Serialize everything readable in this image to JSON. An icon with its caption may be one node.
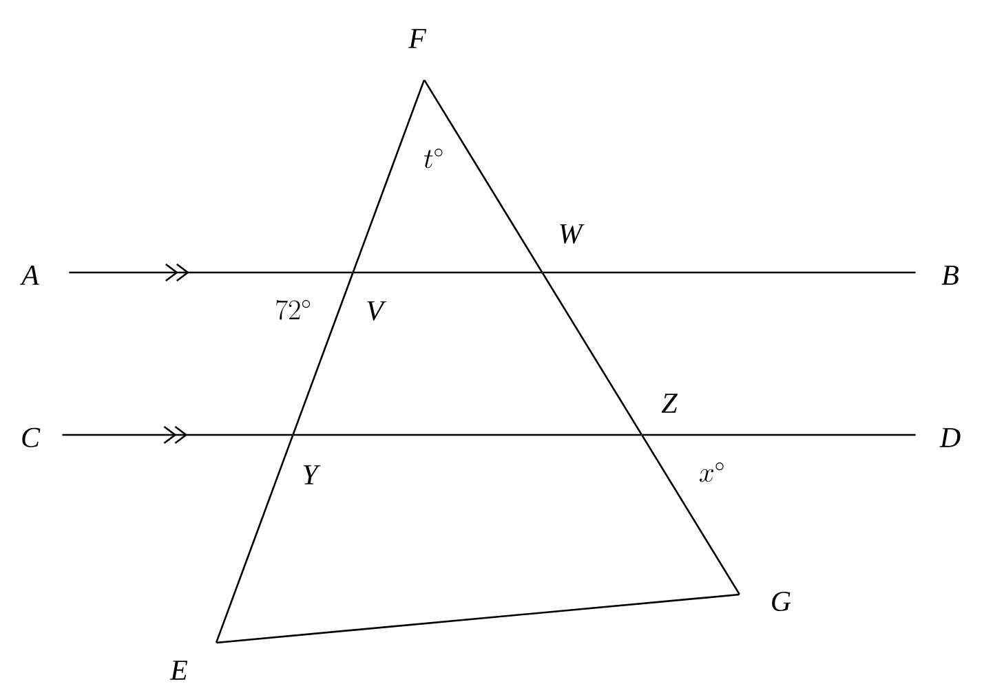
{
  "diagram": {
    "nodes": [
      {
        "text": [
          "F"
        ]
      },
      {
        "text": [
          "A"
        ]
      },
      {
        "text": [
          "W"
        ]
      },
      {
        "text": [
          "B"
        ]
      },
      {
        "text": [
          "V"
        ]
      },
      {
        "text": [
          "C"
        ]
      },
      {
        "text": [
          "Z"
        ]
      },
      {
        "text": [
          "D"
        ]
      },
      {
        "text": [
          "Y"
        ]
      },
      {
        "text": [
          "E"
        ]
      },
      {
        "text": [
          "G"
        ]
      }
    ],
    "edges": [
      {
        "from": 1,
        "to": 4,
        "arrow": "to"
      },
      {
        "from": 4,
        "to": 2,
        "arrow": "none"
      },
      {
        "from": 2,
        "to": 3,
        "arrow": "none"
      },
      {
        "from": 5,
        "to": 8,
        "arrow": "to"
      },
      {
        "from": 8,
        "to": 6,
        "arrow": "none"
      },
      {
        "from": 6,
        "to": 7,
        "arrow": "none"
      },
      {
        "from": 0,
        "to": 4,
        "arrow": "none"
      },
      {
        "from": 4,
        "to": 8,
        "arrow": "none"
      },
      {
        "from": 8,
        "to": 9,
        "arrow": "none"
      },
      {
        "from": 0,
        "to": 2,
        "arrow": "none"
      },
      {
        "from": 2,
        "to": 6,
        "arrow": "none"
      },
      {
        "from": 6,
        "to": 10,
        "arrow": "none"
      },
      {
        "from": 9,
        "to": 10,
        "arrow": "none"
      }
    ],
    "labels": [
      "t^{\\circ}",
      "72^{\\circ}",
      "x^{\\circ}"
    ]
  }
}
